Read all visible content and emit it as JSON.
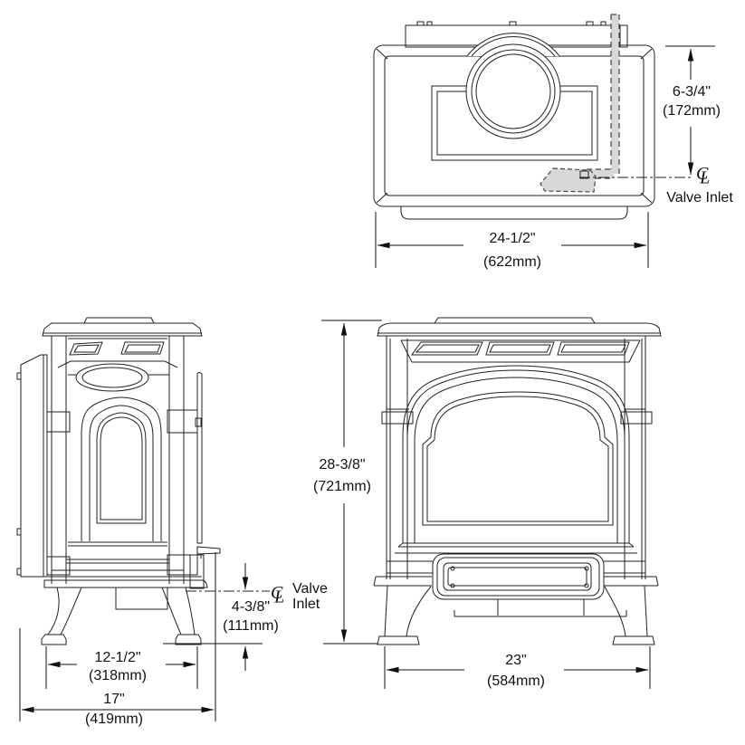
{
  "top_view": {
    "height_in": "6-3/4\"",
    "height_mm": "(172mm)",
    "width_in": "24-1/2\"",
    "width_mm": "(622mm)",
    "valve_label": "Valve Inlet",
    "cl_c": "C",
    "cl_l": "L"
  },
  "side_view": {
    "valve_offset_in": "4-3/8\"",
    "valve_offset_mm": "(111mm)",
    "valve_line1": "Valve",
    "valve_line2": "Inlet",
    "leg_span_in": "12-1/2\"",
    "leg_span_mm": "(318mm)",
    "depth_in": "17\"",
    "depth_mm": "(419mm)",
    "cl_c": "C",
    "cl_l": "L"
  },
  "front_view": {
    "height_in": "28-3/8\"",
    "height_mm": "(721mm)",
    "width_in": "23\"",
    "width_mm": "(584mm)"
  }
}
